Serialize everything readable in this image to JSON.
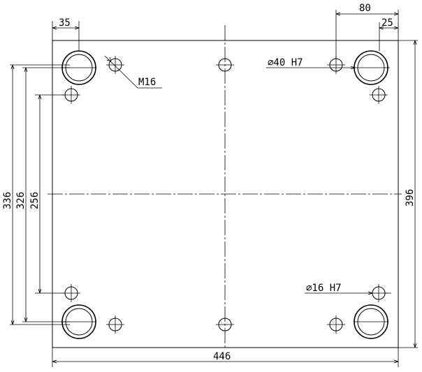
{
  "dimensions": {
    "top_left_35": "35",
    "top_right_80": "80",
    "top_right_25": "25",
    "left_336": "336",
    "left_326": "326",
    "left_256": "256",
    "right_396": "396",
    "bottom_446": "446"
  },
  "callouts": {
    "thread": "M16",
    "bore_large": "∅40 H7",
    "bore_small": "∅16 H7"
  }
}
